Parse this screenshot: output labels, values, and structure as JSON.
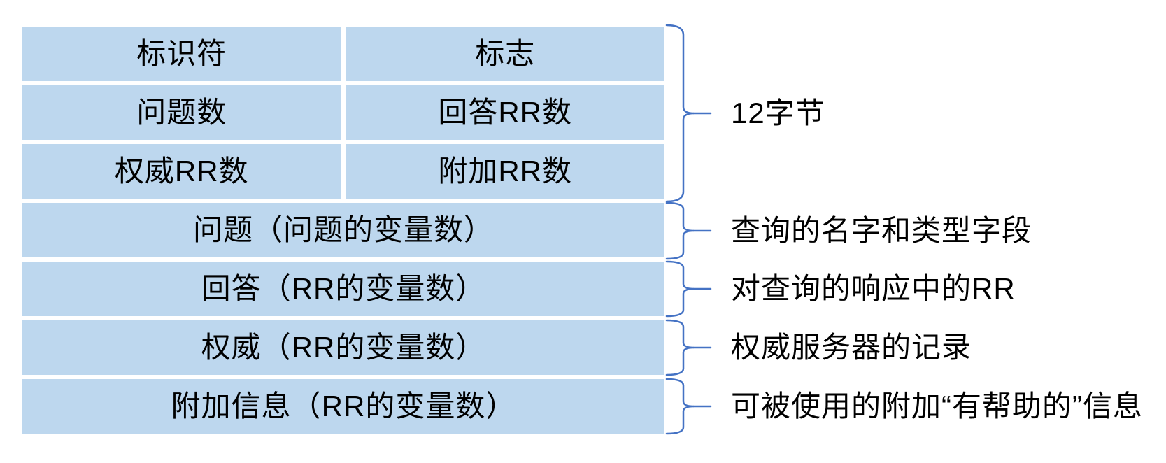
{
  "cells": {
    "identifier": "标识符",
    "flags": "标志",
    "question_count": "问题数",
    "answer_rr_count": "回答RR数",
    "authority_rr_count": "权威RR数",
    "additional_rr_count": "附加RR数",
    "question_section": "问题（问题的变量数）",
    "answer_section": "回答（RR的变量数）",
    "authority_section": "权威（RR的变量数）",
    "additional_section": "附加信息（RR的变量数）"
  },
  "annotations": {
    "header_bytes": "12字节",
    "question_note": "查询的名字和类型字段",
    "answer_note": "对查询的响应中的RR",
    "authority_note": "权威服务器的记录",
    "additional_note": "可被使用的附加“有帮助的”信息"
  },
  "colors": {
    "cell_fill": "#BDD7EE",
    "brace_stroke": "#4472C4",
    "text": "#000000",
    "background": "#FFFFFF"
  }
}
